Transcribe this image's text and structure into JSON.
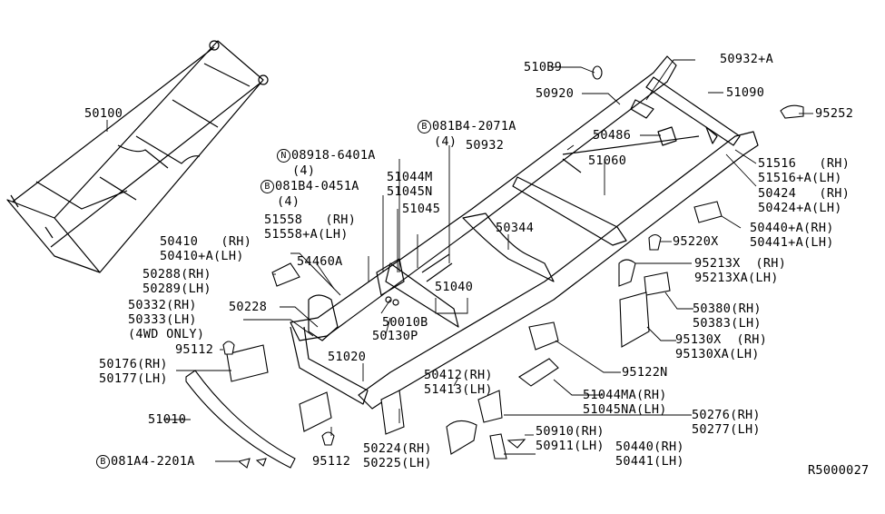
{
  "diagram": {
    "title": "Frame Parts Diagram",
    "reference_code": "R5000027",
    "labels": [
      {
        "id": "50100",
        "text": "50100"
      },
      {
        "id": "n08918",
        "symbol": "N",
        "text": "08918-6401A",
        "qty": "(4)"
      },
      {
        "id": "b081b4_0451a",
        "symbol": "B",
        "text": "081B4-0451A",
        "qty": "(4)"
      },
      {
        "id": "b081b4_2071a",
        "symbol": "B",
        "text": "081B4-2071A",
        "qty": "(4)"
      },
      {
        "id": "51558",
        "text": "51558   (RH)",
        "text2": "51558+A(LH)"
      },
      {
        "id": "51044m",
        "text": "51044M",
        "text2": "51045N"
      },
      {
        "id": "51045",
        "text": "51045"
      },
      {
        "id": "510b9",
        "text": "510B9"
      },
      {
        "id": "50920",
        "text": "50920"
      },
      {
        "id": "50932",
        "text": "50932"
      },
      {
        "id": "50932a",
        "text": "50932+A"
      },
      {
        "id": "51090",
        "text": "51090"
      },
      {
        "id": "95252",
        "text": "95252"
      },
      {
        "id": "50486",
        "text": "50486"
      },
      {
        "id": "51060",
        "text": "51060"
      },
      {
        "id": "51516",
        "text": "51516   (RH)",
        "text2": "51516+A(LH)"
      },
      {
        "id": "50424",
        "text": "50424   (RH)",
        "text2": "50424+A(LH)"
      },
      {
        "id": "50440a",
        "text": "50440+A(RH)",
        "text2": "50441+A(LH)"
      },
      {
        "id": "95220x",
        "text": "95220X"
      },
      {
        "id": "95213x",
        "text": "95213X  (RH)",
        "text2": "95213XA(LH)"
      },
      {
        "id": "50380",
        "text": "50380(RH)",
        "text2": "50383(LH)"
      },
      {
        "id": "95130x",
        "text": "95130X  (RH)",
        "text2": "95130XA(LH)"
      },
      {
        "id": "95122n",
        "text": "95122N"
      },
      {
        "id": "51044ma",
        "text": "51044MA(RH)",
        "text2": "51045NA(LH)"
      },
      {
        "id": "50276",
        "text": "50276(RH)",
        "text2": "50277(LH)"
      },
      {
        "id": "50910",
        "text": "50910(RH)",
        "text2": "50911(LH)"
      },
      {
        "id": "50440",
        "text": "50440(RH)",
        "text2": "50441(LH)"
      },
      {
        "id": "50344",
        "text": "50344"
      },
      {
        "id": "51040",
        "text": "51040"
      },
      {
        "id": "50010b",
        "text": "50010B"
      },
      {
        "id": "50130p",
        "text": "50130P"
      },
      {
        "id": "50412",
        "text": "50412(RH)",
        "text2": "51413(LH)"
      },
      {
        "id": "50224",
        "text": "50224(RH)",
        "text2": "50225(LH)"
      },
      {
        "id": "95112b",
        "text": "95112"
      },
      {
        "id": "51020",
        "text": "51020"
      },
      {
        "id": "50410",
        "text": "50410   (RH)",
        "text2": "50410+A(LH)"
      },
      {
        "id": "54460a",
        "text": "54460A"
      },
      {
        "id": "50288",
        "text": "50288(RH)",
        "text2": "50289(LH)"
      },
      {
        "id": "50332",
        "text": "50332(RH)",
        "text2": "50333(LH)",
        "text3": "(4WD ONLY)"
      },
      {
        "id": "50228",
        "text": "50228"
      },
      {
        "id": "95112a",
        "text": "95112"
      },
      {
        "id": "50176",
        "text": "50176(RH)",
        "text2": "50177(LH)"
      },
      {
        "id": "51010",
        "text": "51010"
      },
      {
        "id": "b081a4",
        "symbol": "B",
        "text": "081A4-2201A"
      }
    ]
  }
}
